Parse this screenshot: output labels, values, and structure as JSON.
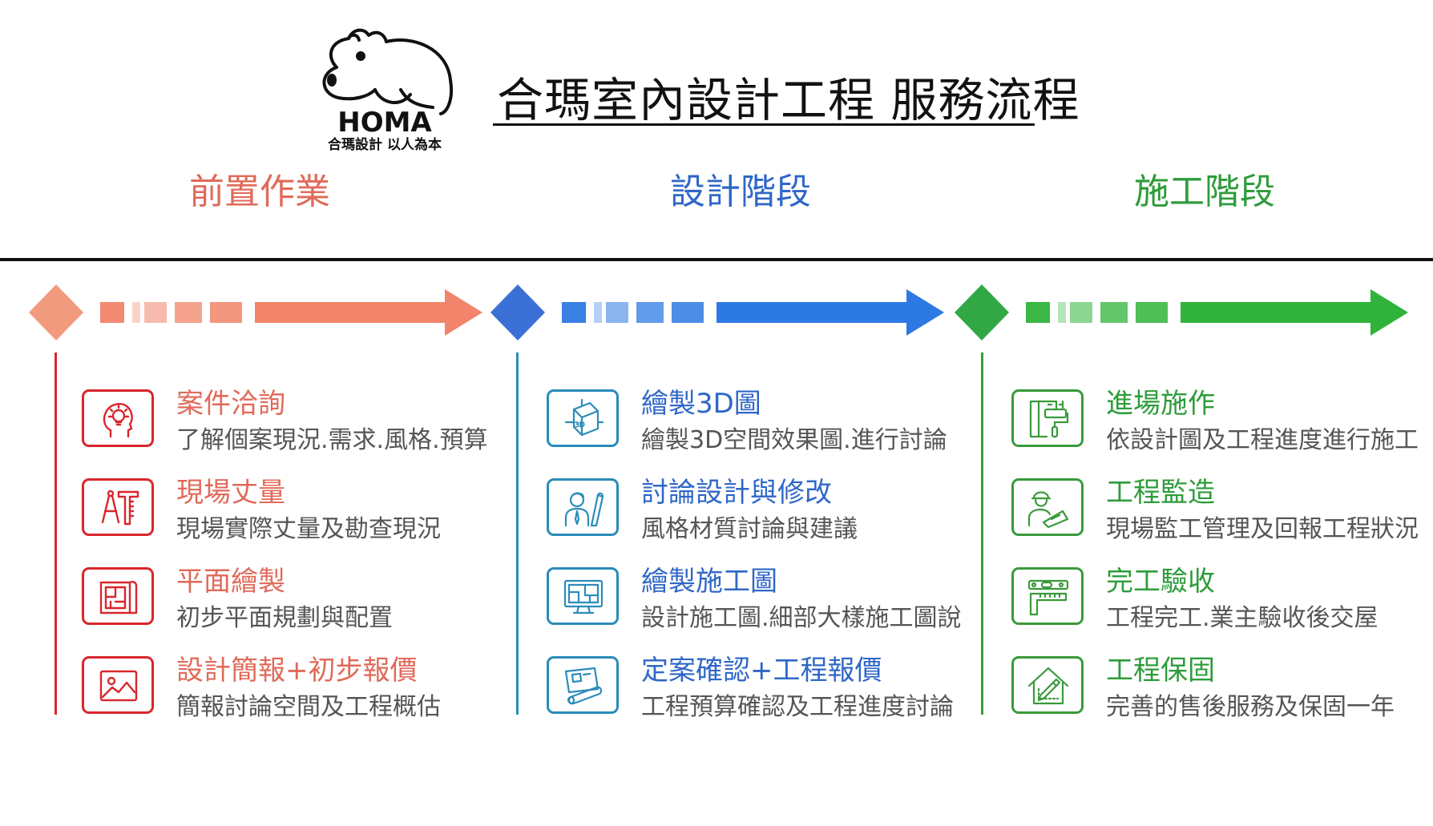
{
  "brand": {
    "logo_wordmark": "HOMA",
    "logo_caption": "合瑪設計 以人為本"
  },
  "header": {
    "title": "合瑪室內設計工程 服務流程"
  },
  "colors": {
    "phase_0": "#e06a5a",
    "phase_1": "#2f67c7",
    "phase_2": "#2e9c3a",
    "line_0": "#d9262c",
    "line_1": "#2a8cba",
    "line_2": "#3a9a3a",
    "arrow_0": "#f1846a",
    "arrow_1": "#2d79e3",
    "arrow_2": "#2fb33a",
    "diamond_0": "#f29a7e",
    "diamond_1": "#3b70d6",
    "diamond_2": "#32a845"
  },
  "phases": [
    {
      "title": "前置作業",
      "steps": [
        {
          "icon": "head-lightbulb-icon",
          "title": "案件洽詢",
          "desc": "了解個案現況.需求.風格.預算"
        },
        {
          "icon": "compass-ruler-icon",
          "title": "現場丈量",
          "desc": "現場實際丈量及勘查現況"
        },
        {
          "icon": "floor-plan-icon",
          "title": "平面繪製",
          "desc": "初步平面規劃與配置"
        },
        {
          "icon": "image-icon",
          "title": "設計簡報+初步報價",
          "desc": "簡報討論空間及工程概估"
        }
      ]
    },
    {
      "title": "設計階段",
      "steps": [
        {
          "icon": "3d-cube-icon",
          "title": "繪製3D圖",
          "desc": "繪製3D空間效果圖.進行討論"
        },
        {
          "icon": "designer-blueprint-icon",
          "title": "討論設計與修改",
          "desc": "風格材質討論與建議"
        },
        {
          "icon": "monitor-drawing-icon",
          "title": "繪製施工圖",
          "desc": "設計施工圖.細部大樣施工圖說"
        },
        {
          "icon": "blueprint-roll-icon",
          "title": "定案確認+工程報價",
          "desc": "工程預算確認及工程進度討論"
        }
      ]
    },
    {
      "title": "施工階段",
      "steps": [
        {
          "icon": "paint-roller-icon",
          "title": "進場施作",
          "desc": "依設計圖及工程進度進行施工"
        },
        {
          "icon": "worker-supervisor-icon",
          "title": "工程監造",
          "desc": "現場監工管理及回報工程狀況"
        },
        {
          "icon": "level-square-icon",
          "title": "完工驗收",
          "desc": "工程完工.業主驗收後交屋"
        },
        {
          "icon": "house-pencil-icon",
          "title": "工程保固",
          "desc": "完善的售後服務及保固一年"
        }
      ]
    }
  ]
}
